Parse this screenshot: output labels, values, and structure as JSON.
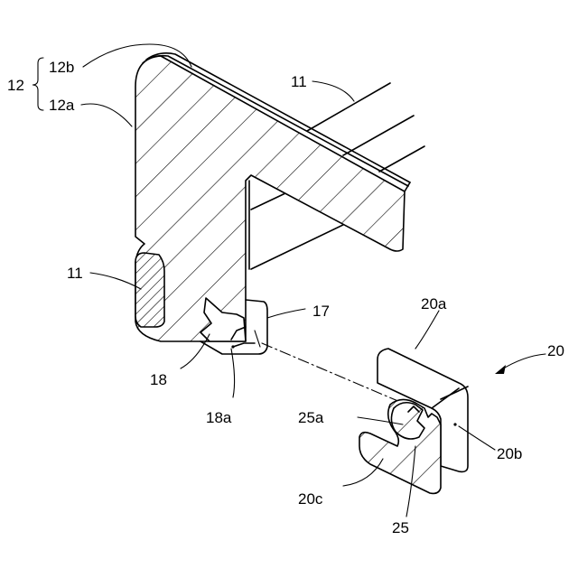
{
  "labels": {
    "group_12": "12",
    "l12b": "12b",
    "l12a": "12a",
    "l11_top": "11",
    "l11_left": "11",
    "l17": "17",
    "l18": "18",
    "l18a": "18a",
    "l20a": "20a",
    "l20": "20",
    "l25a": "25a",
    "l20b": "20b",
    "l20c": "20c",
    "l25": "25"
  },
  "colors": {
    "line": "#000000",
    "background": "#ffffff"
  }
}
